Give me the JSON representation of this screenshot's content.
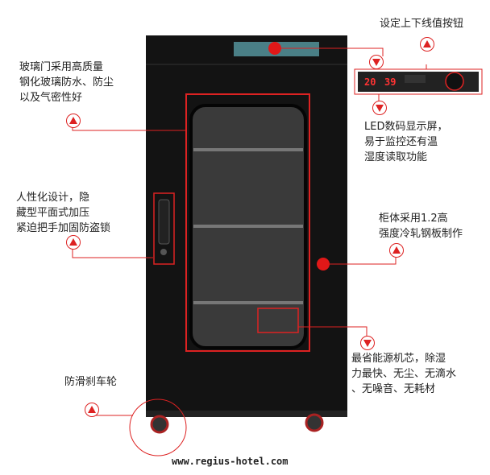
{
  "callouts": {
    "glass_door": "玻璃门采用高质量\n钢化玻璃防水、防尘\n以及气密性好",
    "handle": "人性化设计，隐\n藏型平面式加压\n紧迫把手加固防盗锁",
    "wheels": "防滑刹车轮",
    "buttons": "设定上下线值按钮",
    "led": "LED数码显示屏，\n易于监控还有温\n湿度读取功能",
    "body": "柜体采用1.2高\n强度冷轧钢板制作",
    "core": "最省能源机芯，除湿\n力最快、无尘、无滴水\n、无噪音、无耗材"
  },
  "led_display": {
    "humidity": "20",
    "temperature": "39"
  },
  "website": "www.regius-hotel.com",
  "colors": {
    "accent": "#d22222",
    "cabinet": "#141414",
    "panel": "#4a7f86"
  }
}
